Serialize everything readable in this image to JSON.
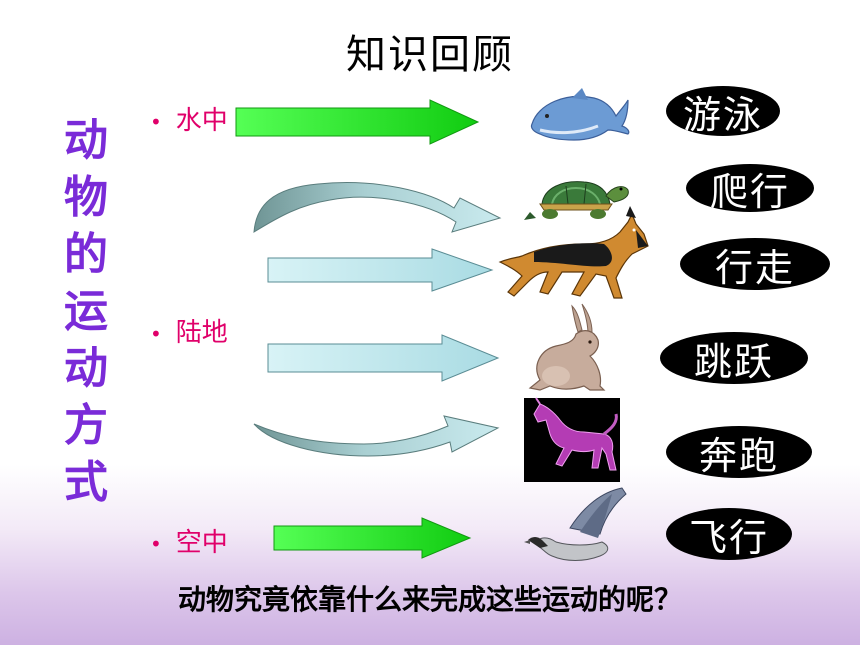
{
  "title": "知识回顾",
  "vertical_title": [
    "动",
    "物",
    "的",
    "运",
    "动",
    "方",
    "式"
  ],
  "habitats": {
    "water": "水中",
    "land": "陆地",
    "air": "空中"
  },
  "movements": [
    "游泳",
    "爬行",
    "行走",
    "跳跃",
    "奔跑",
    "飞行"
  ],
  "animals": [
    "dolphin",
    "turtle",
    "dog",
    "rabbit",
    "horse",
    "goose"
  ],
  "question": "动物究竟依靠什么来完成这些运动的呢？",
  "colors": {
    "vertical_text": "#7a2bd8",
    "habitat_text": "#e0006a",
    "arrow_green": "#22dd22",
    "arrow_lightblue": "#b8e6ec",
    "label_bg": "#000000"
  }
}
